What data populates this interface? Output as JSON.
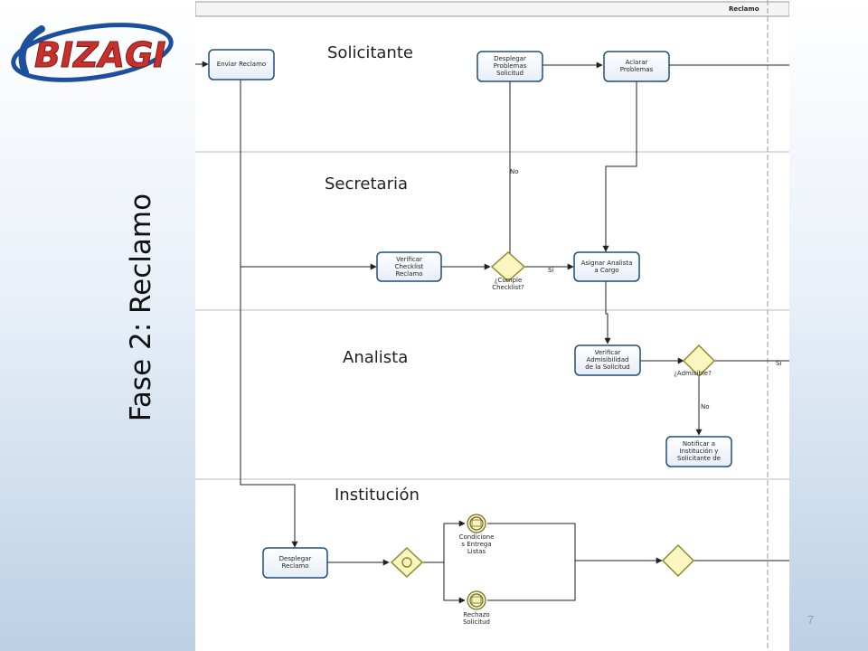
{
  "logo": {
    "text": "BIZAGI",
    "accent": "#c9302c",
    "ring": "#1c4f9c"
  },
  "slide": {
    "title": "Fase 2: Reclamo",
    "page": "7"
  },
  "diagram": {
    "pool": "Reclamo",
    "lanes": [
      "Solicitante",
      "Secretaria",
      "Analista",
      "Institución"
    ],
    "tasks": {
      "enviar": "Enviar Reclamo",
      "desplegar_problemas": "Desplegar\nProblemas\nSolicitud",
      "aclarar": "Aclarar\nProblemas",
      "verificar_checklist": "Verificar\nChecklist\nReclamo",
      "asignar": "Asignar Analista\na Cargo",
      "verificar_admisibilidad": "Verificar\nAdmisibilidad\nde la Solicitud",
      "notificar": "Notificar a\nInstitución y\nSolicitante de",
      "desplegar_reclamo": "Desplegar\nReclamo"
    },
    "gateways": {
      "cumple": "¿Cumple\nChecklist?",
      "admisible": "¿Admisible?"
    },
    "flows": {
      "no1": "No",
      "si1": "Si",
      "si2": "Si",
      "no2": "No"
    },
    "events": {
      "condiciones": "Condicione\ns Entrega\nListas",
      "rechazo": "Rechazo\nSolicitud"
    }
  }
}
